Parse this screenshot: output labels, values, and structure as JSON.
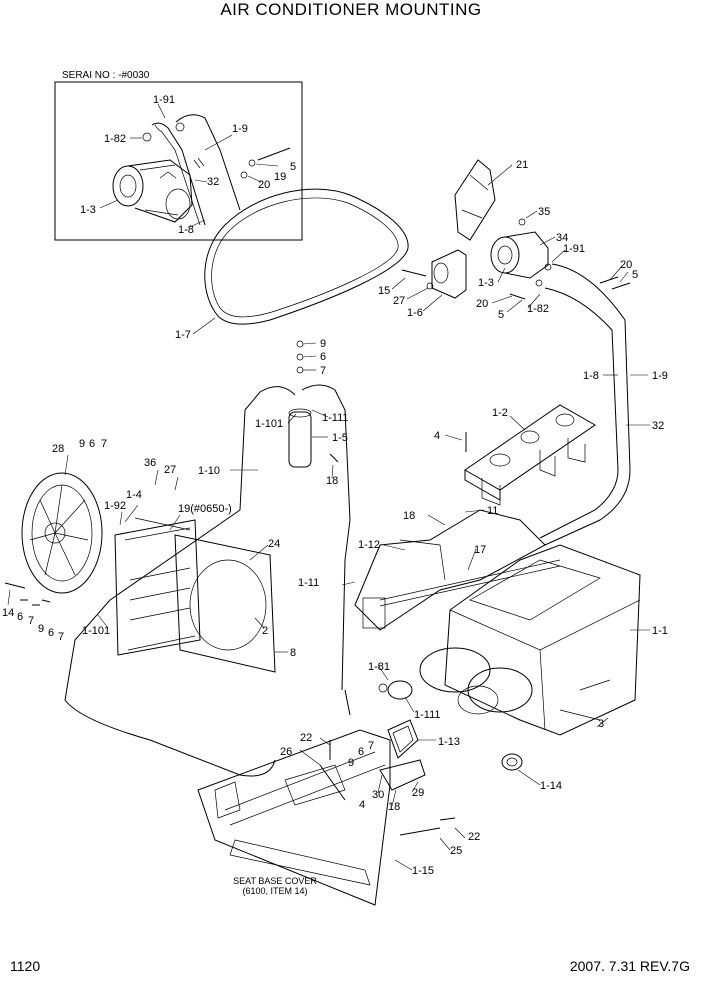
{
  "page": {
    "title": "AIR CONDITIONER MOUNTING",
    "page_number": "1120",
    "revision": "2007. 7.31  REV.7G"
  },
  "inset": {
    "serial_text": "SERAI NO : -#0030"
  },
  "note": {
    "line1": "SEAT BASE COVER",
    "line2": "(6100, ITEM 14)"
  },
  "callouts": {
    "c1_91_inset": "1-91",
    "c1_82_inset": "1-82",
    "c1_9_inset": "1-9",
    "c5_inset": "5",
    "c19_inset": "19",
    "c20_inset": "20",
    "c32_inset": "32",
    "c1_3_inset": "1-3",
    "c1_8_inset": "1-8",
    "c1_7": "1-7",
    "c21": "21",
    "c35": "35",
    "c34": "34",
    "c1_91": "1-91",
    "c1_3": "1-3",
    "c20_a": "20",
    "c5_a": "5",
    "c15": "15",
    "c27_a": "27",
    "c1_6": "1-6",
    "c20_b": "20",
    "c5_b": "5",
    "c1_82": "1-82",
    "c9_a": "9",
    "c6_a": "6",
    "c7_a": "7",
    "c1_8": "1-8",
    "c1_9": "1-9",
    "c1_101_a": "1-101",
    "c1_111_a": "1-111",
    "c1_5": "1-5",
    "c18_a": "18",
    "c1_10": "1-10",
    "c1_2": "1-2",
    "c4_a": "4",
    "c32": "32",
    "c28": "28",
    "c9_b": "9",
    "c6_b": "6",
    "c7_b": "7",
    "c36": "36",
    "c27_b": "27",
    "c1_4": "1-4",
    "c1_92": "1-92",
    "c19_650": "19(#0650-)",
    "c24": "24",
    "c18_b": "18",
    "c11": "11",
    "c1_12": "1-12",
    "c17": "17",
    "c14": "14",
    "c6_c": "6",
    "c7_c": "7",
    "c9_c": "9",
    "c6_d": "6",
    "c7_d": "7",
    "c1_101_b": "1-101",
    "c1_11": "1-11",
    "c2": "2",
    "c8": "8",
    "c1_1": "1-1",
    "c1_81": "1-81",
    "c1_111_b": "1-111",
    "c3": "3",
    "c22_a": "22",
    "c26": "26",
    "c9_d": "9",
    "c6_e": "6",
    "c7_e": "7",
    "c1_13": "1-13",
    "c30": "30",
    "c4_b": "4",
    "c18_c": "18",
    "c29": "29",
    "c1_14": "1-14",
    "c22_b": "22",
    "c25": "25",
    "c1_15": "1-15"
  }
}
